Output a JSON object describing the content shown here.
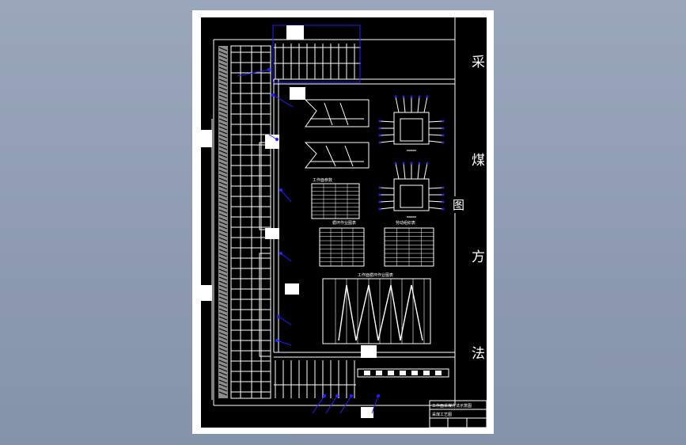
{
  "drawing": {
    "title_chars": [
      "采",
      "煤",
      "方",
      "法"
    ],
    "title_extra_char": "图",
    "table_captions": [
      "工作面参数",
      "循环作业图表",
      "劳动组织表",
      "工作面循环作业图表"
    ],
    "title_block": {
      "line1": "工作面采煤方法示意图",
      "line2": "采煤工艺图"
    }
  },
  "colors": {
    "background": "#8d9ab0",
    "sheet": "#ffffff",
    "canvas": "#000000",
    "line_white": "#ffffff",
    "line_blue": "#2020ff"
  }
}
